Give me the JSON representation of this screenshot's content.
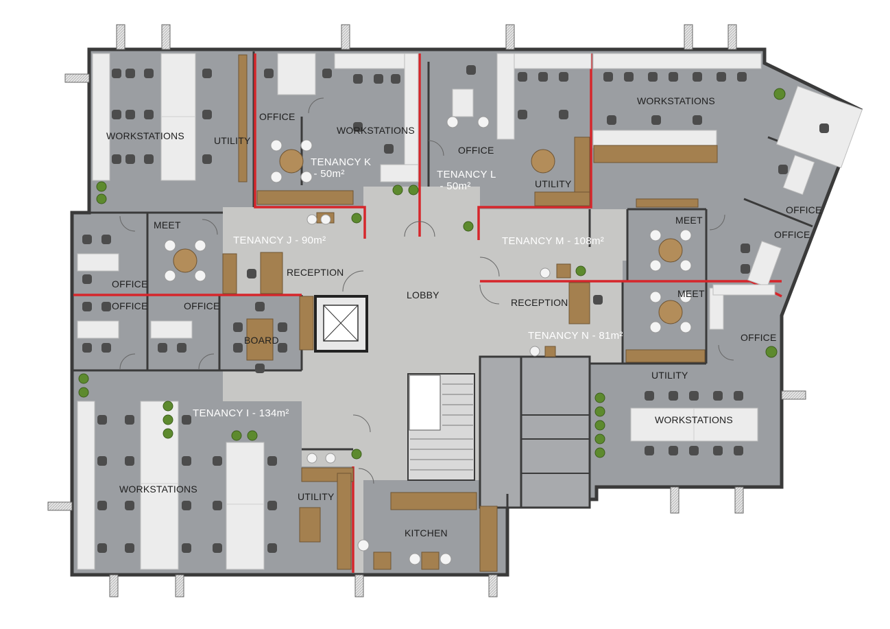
{
  "tenancies": {
    "i": {
      "name": "TENANCY I",
      "area": "134m²"
    },
    "j": {
      "name": "TENANCY J",
      "area": "90m²"
    },
    "k": {
      "name": "TENANCY K",
      "area": "50m²"
    },
    "l": {
      "name": "TENANCY L",
      "area": "50m²"
    },
    "m": {
      "name": "TENANCY M",
      "area": "108m²"
    },
    "n": {
      "name": "TENANCY N",
      "area": "81m²"
    }
  },
  "rooms": {
    "workstations": "WORKSTATIONS",
    "office": "OFFICE",
    "utility": "UTILITY",
    "meet": "MEET",
    "reception": "RECEPTION",
    "lobby": "LOBBY",
    "board": "BOARD",
    "kitchen": "KITCHEN"
  },
  "colors": {
    "floor": "#9b9ea2",
    "common_floor": "#c9c9c7",
    "wall": "#3a3a3a",
    "tenancy_line": "#d6262b",
    "desk": "#ebebeb",
    "timber": "#a4804f",
    "chair": "#4c4c4c"
  }
}
